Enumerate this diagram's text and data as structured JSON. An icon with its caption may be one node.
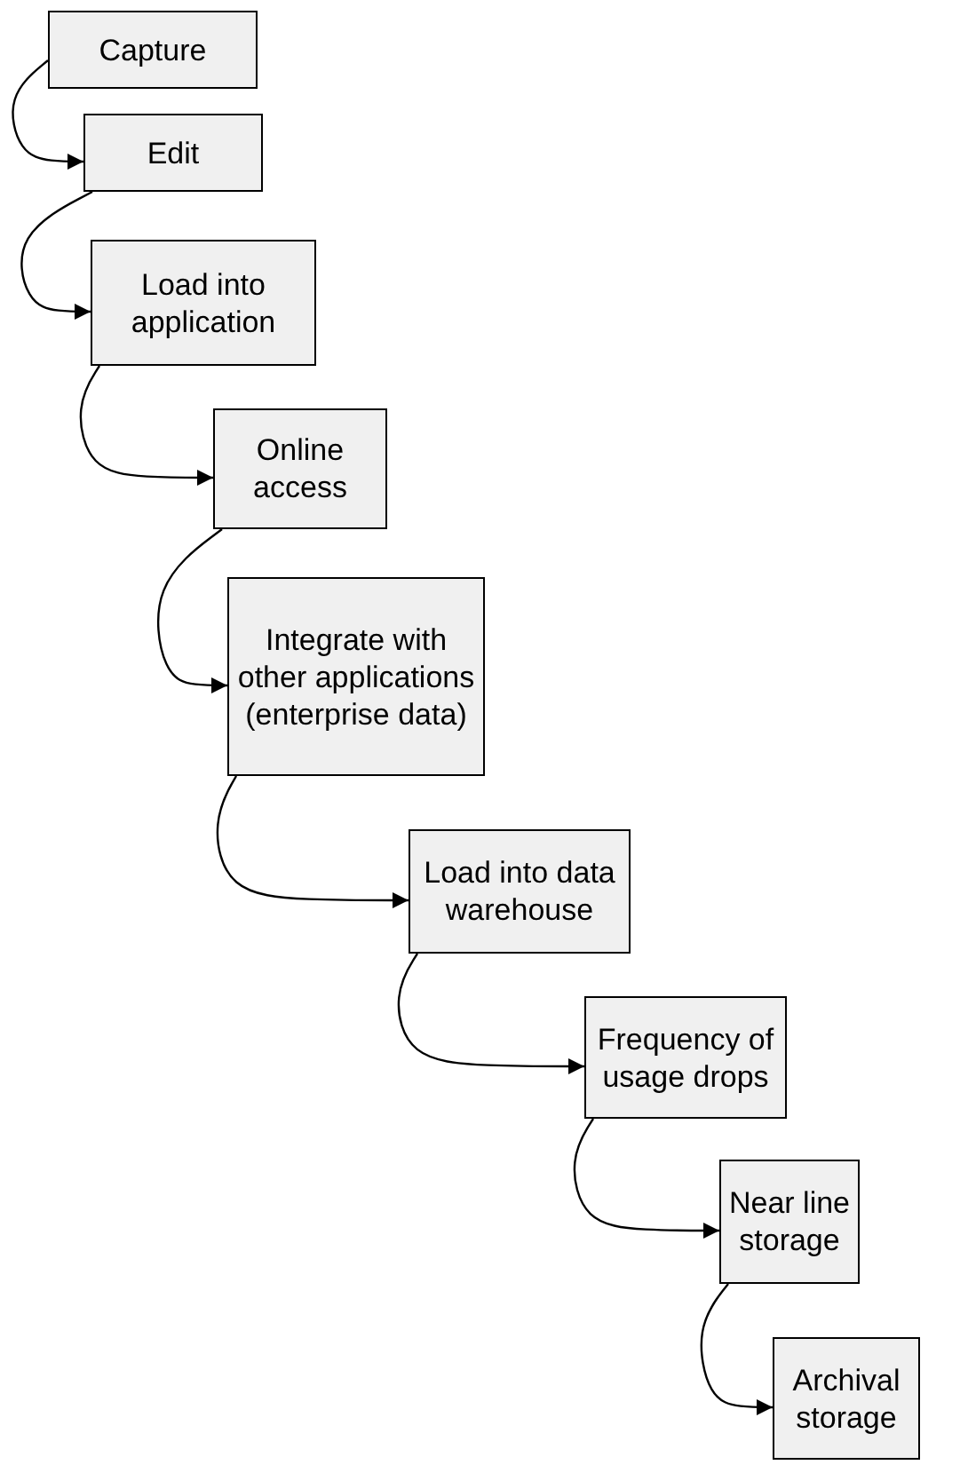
{
  "diagram": {
    "nodes": [
      {
        "text": [
          "Capture"
        ]
      },
      {
        "text": [
          "Edit"
        ]
      },
      {
        "text": [
          "Load into application"
        ]
      },
      {
        "text": [
          "Online access"
        ]
      },
      {
        "text": [
          "Integrate with other applications (enterprise data)"
        ]
      },
      {
        "text": [
          "Load into data warehouse"
        ]
      },
      {
        "text": [
          "Frequency of usage drops"
        ]
      },
      {
        "text": [
          "Near line storage"
        ]
      },
      {
        "text": [
          "Archival storage"
        ]
      }
    ],
    "edges": [
      {
        "from": 0,
        "to": 1,
        "arrow": "to"
      },
      {
        "from": 1,
        "to": 2,
        "arrow": "to"
      },
      {
        "from": 2,
        "to": 3,
        "arrow": "to"
      },
      {
        "from": 3,
        "to": 4,
        "arrow": "to"
      },
      {
        "from": 4,
        "to": 5,
        "arrow": "to"
      },
      {
        "from": 5,
        "to": 6,
        "arrow": "to"
      },
      {
        "from": 6,
        "to": 7,
        "arrow": "to"
      },
      {
        "from": 7,
        "to": 8,
        "arrow": "to"
      }
    ]
  }
}
